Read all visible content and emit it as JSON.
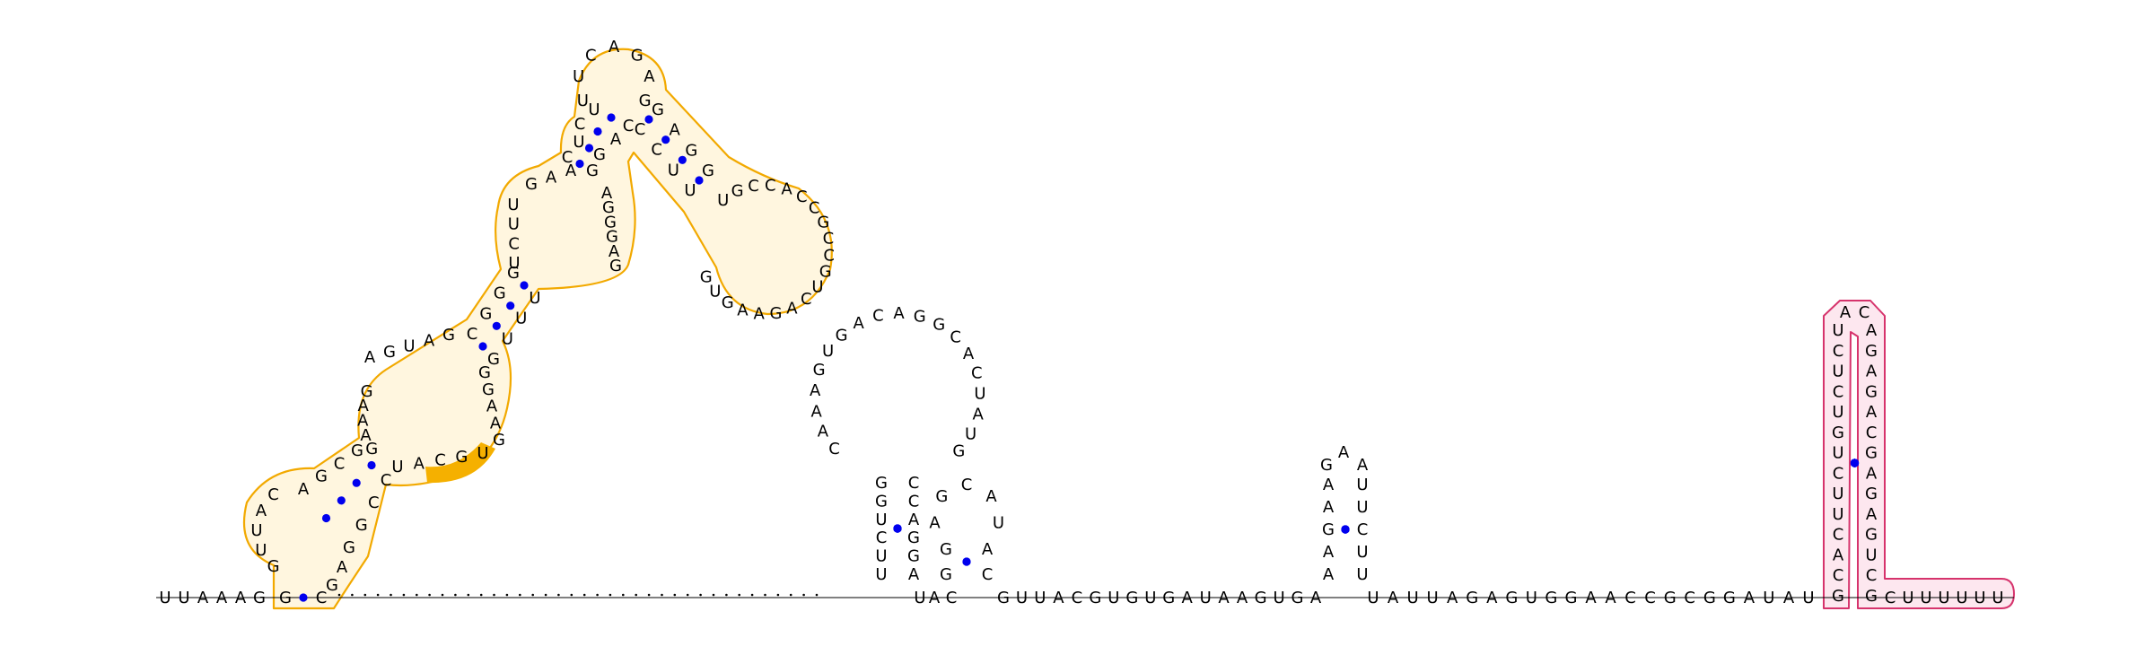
{
  "diagram": {
    "type": "rna-secondary-structure",
    "colors": {
      "base_text": "#000000",
      "pair_dot": "#0000ee",
      "backbone": "#000000",
      "highlight_orange_stroke": "#f2a900",
      "highlight_orange_fill": "#fff6df",
      "highlight_orange_solid": "#f5b000",
      "highlight_pink_stroke": "#d6336c",
      "highlight_pink_fill": "#fde7ef"
    },
    "five_prime_tail": "UUAAAG",
    "gap_dots": 38,
    "domain1": {
      "outer_stem_5p": "G",
      "outer_stem_3p": "C",
      "interior_left": "CAUUG",
      "stem2_5p": "AGCG",
      "stem2_3p": "GGCC",
      "interior_right": "GA",
      "bulge": "UACGU",
      "loop_left": "GAAAG",
      "loop_top": "AGUAG",
      "stem3_5p": "CGGG",
      "stem3_3p": "GUUU",
      "loop_right": "GGAAG",
      "bulge_left": "UCUU",
      "stem4_5p": "UC",
      "stem4_3p": "GG",
      "bulge_right": "AGGGAG",
      "top_left": "GAA",
      "stem5_5p": "CU",
      "stem5_3p": "AC",
      "hairpin_top": "UUCAGAG",
      "stem6_5p": "GAGG",
      "stem6_3p": "CCUU",
      "branch_loop": "UGCCACCGCCGUCAGAAGUG"
    },
    "hairpin1": {
      "stem_5p": "UUCUGG",
      "stem_3p": "CCAGGA",
      "loop": "CAAAGUGACAGGCACUAUG",
      "linker": "UAC"
    },
    "hairpin2": {
      "stem_5p": "GG",
      "stem_3p": "AC",
      "loop": "AGCAU",
      "linker": "GUUACGUGUGAUAAGUGA"
    },
    "hairpin3": {
      "stem_5p": "AAGAA",
      "stem_3p": "UUCUU",
      "loop": "GAA",
      "linker": "UAUUAGAGUGGAACCGCGGAUAU"
    },
    "terminator": {
      "stem_5p": "GCACUUCUGUCUCU",
      "stem_3p": "AGAGACGAGAGUCG",
      "loop": "AC",
      "tail": "CUUUUUU"
    }
  }
}
